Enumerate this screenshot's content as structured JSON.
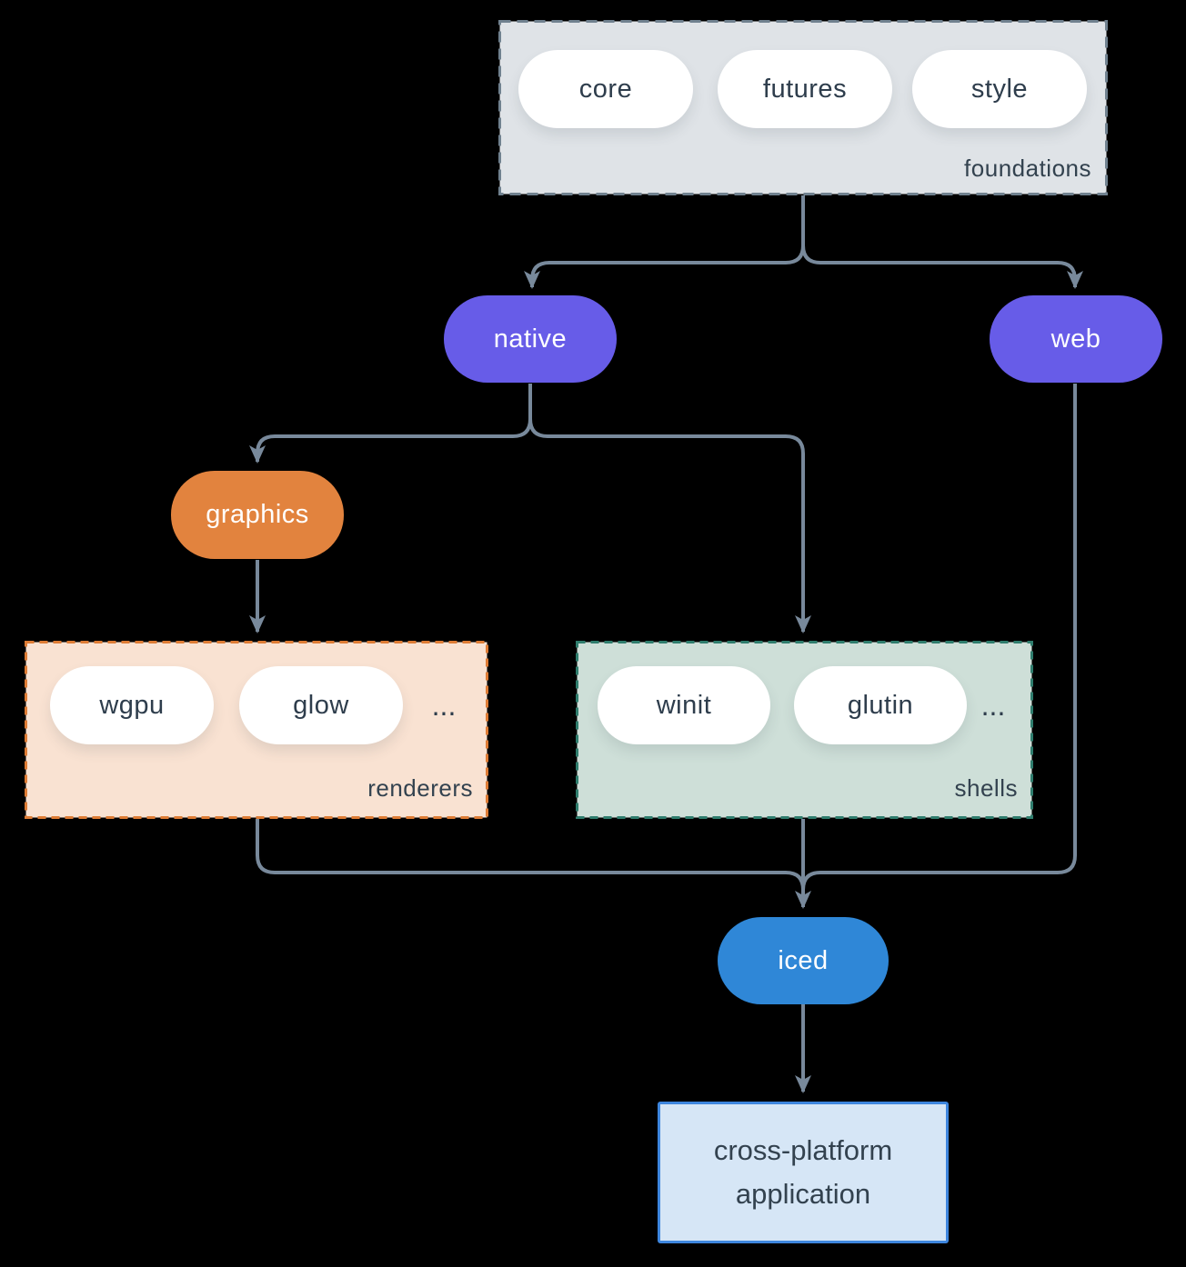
{
  "groups": {
    "foundations": {
      "label": "foundations",
      "pills": [
        "core",
        "futures",
        "style"
      ]
    },
    "renderers": {
      "label": "renderers",
      "pills": [
        "wgpu",
        "glow"
      ],
      "ellipsis": "..."
    },
    "shells": {
      "label": "shells",
      "pills": [
        "winit",
        "glutin"
      ],
      "ellipsis": "..."
    }
  },
  "nodes": {
    "native": "native",
    "web": "web",
    "graphics": "graphics",
    "iced": "iced",
    "app": "cross-platform application"
  },
  "colors": {
    "background": "#000000",
    "edge": "#78899B",
    "platform_pill": "#675CE8",
    "graphics_pill": "#E2833E",
    "iced_pill": "#2F87D7",
    "foundations_fill": "#DFE3E7",
    "foundations_border": "#70818F",
    "renderers_fill": "#F9E2D2",
    "renderers_border": "#DE7C35",
    "shells_fill": "#CEDFD8",
    "shells_border": "#2F7D6D",
    "app_fill": "#D6E6F6",
    "app_border": "#3E86DE",
    "text_dark": "#2E3D4C",
    "text_light": "#FFFFFF"
  }
}
